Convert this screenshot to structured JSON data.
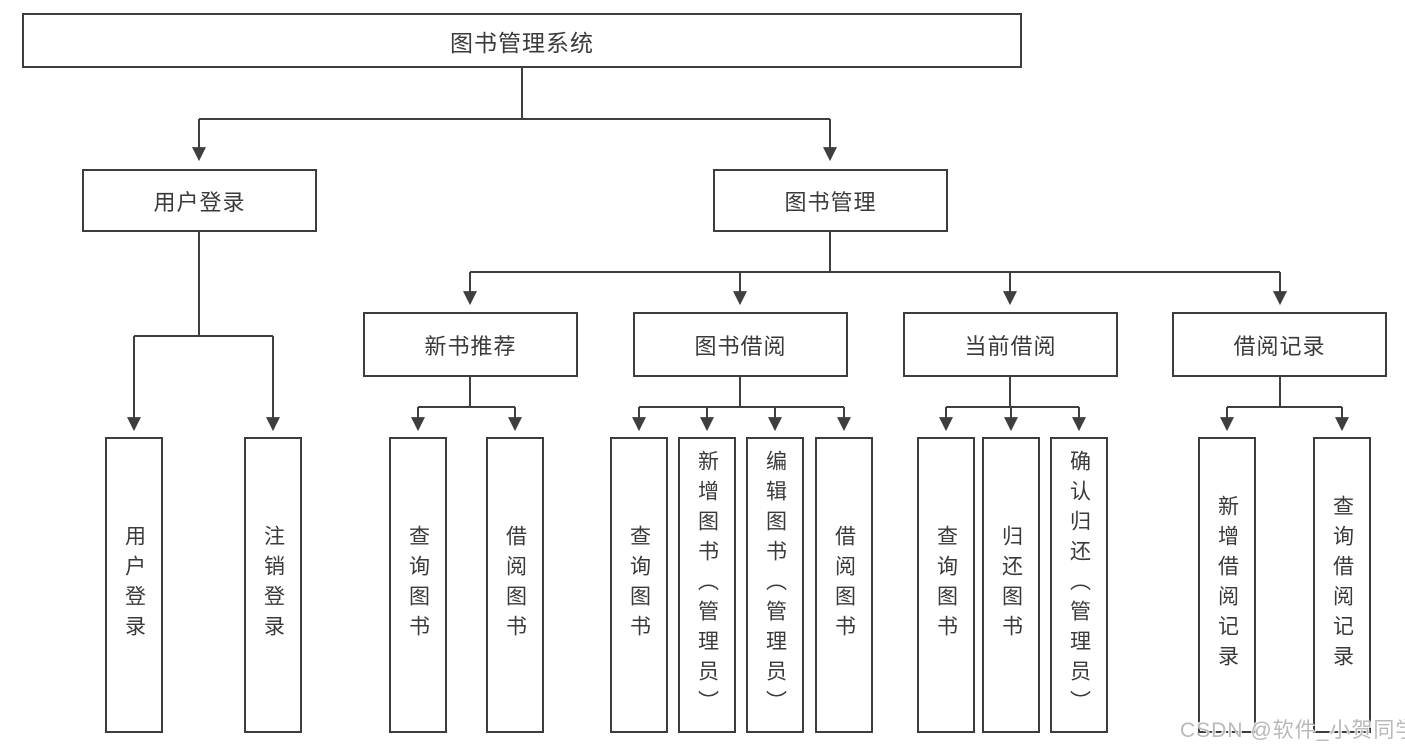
{
  "diagram": {
    "root": {
      "label": "图书管理系统"
    },
    "children": [
      {
        "id": "user-login",
        "label": "用户登录",
        "children": [
          {
            "label": "用户登录"
          },
          {
            "label": "注销登录"
          }
        ]
      },
      {
        "id": "book-management",
        "label": "图书管理",
        "children": [
          {
            "id": "new-book-recommend",
            "label": "新书推荐",
            "children": [
              {
                "label": "查询图书"
              },
              {
                "label": "借阅图书"
              }
            ]
          },
          {
            "id": "book-borrowing",
            "label": "图书借阅",
            "children": [
              {
                "label": "查询图书"
              },
              {
                "label": "新增图书（管理员）"
              },
              {
                "label": "编辑图书（管理员）"
              },
              {
                "label": "借阅图书"
              }
            ]
          },
          {
            "id": "current-borrowing",
            "label": "当前借阅",
            "children": [
              {
                "label": "查询图书"
              },
              {
                "label": "归还图书"
              },
              {
                "label": "确认归还（管理员）"
              }
            ]
          },
          {
            "id": "borrowing-records",
            "label": "借阅记录",
            "children": [
              {
                "label": "新增借阅记录"
              },
              {
                "label": "查询借阅记录"
              }
            ]
          }
        ]
      }
    ]
  },
  "watermark": "CSDN @软件_小贺同学",
  "colors": {
    "line": "#3f3f3f",
    "box_border": "#3d3d3d",
    "text": "#3a3a3a",
    "box_bg": "#ffffff",
    "watermark": "#b9b9b9"
  }
}
